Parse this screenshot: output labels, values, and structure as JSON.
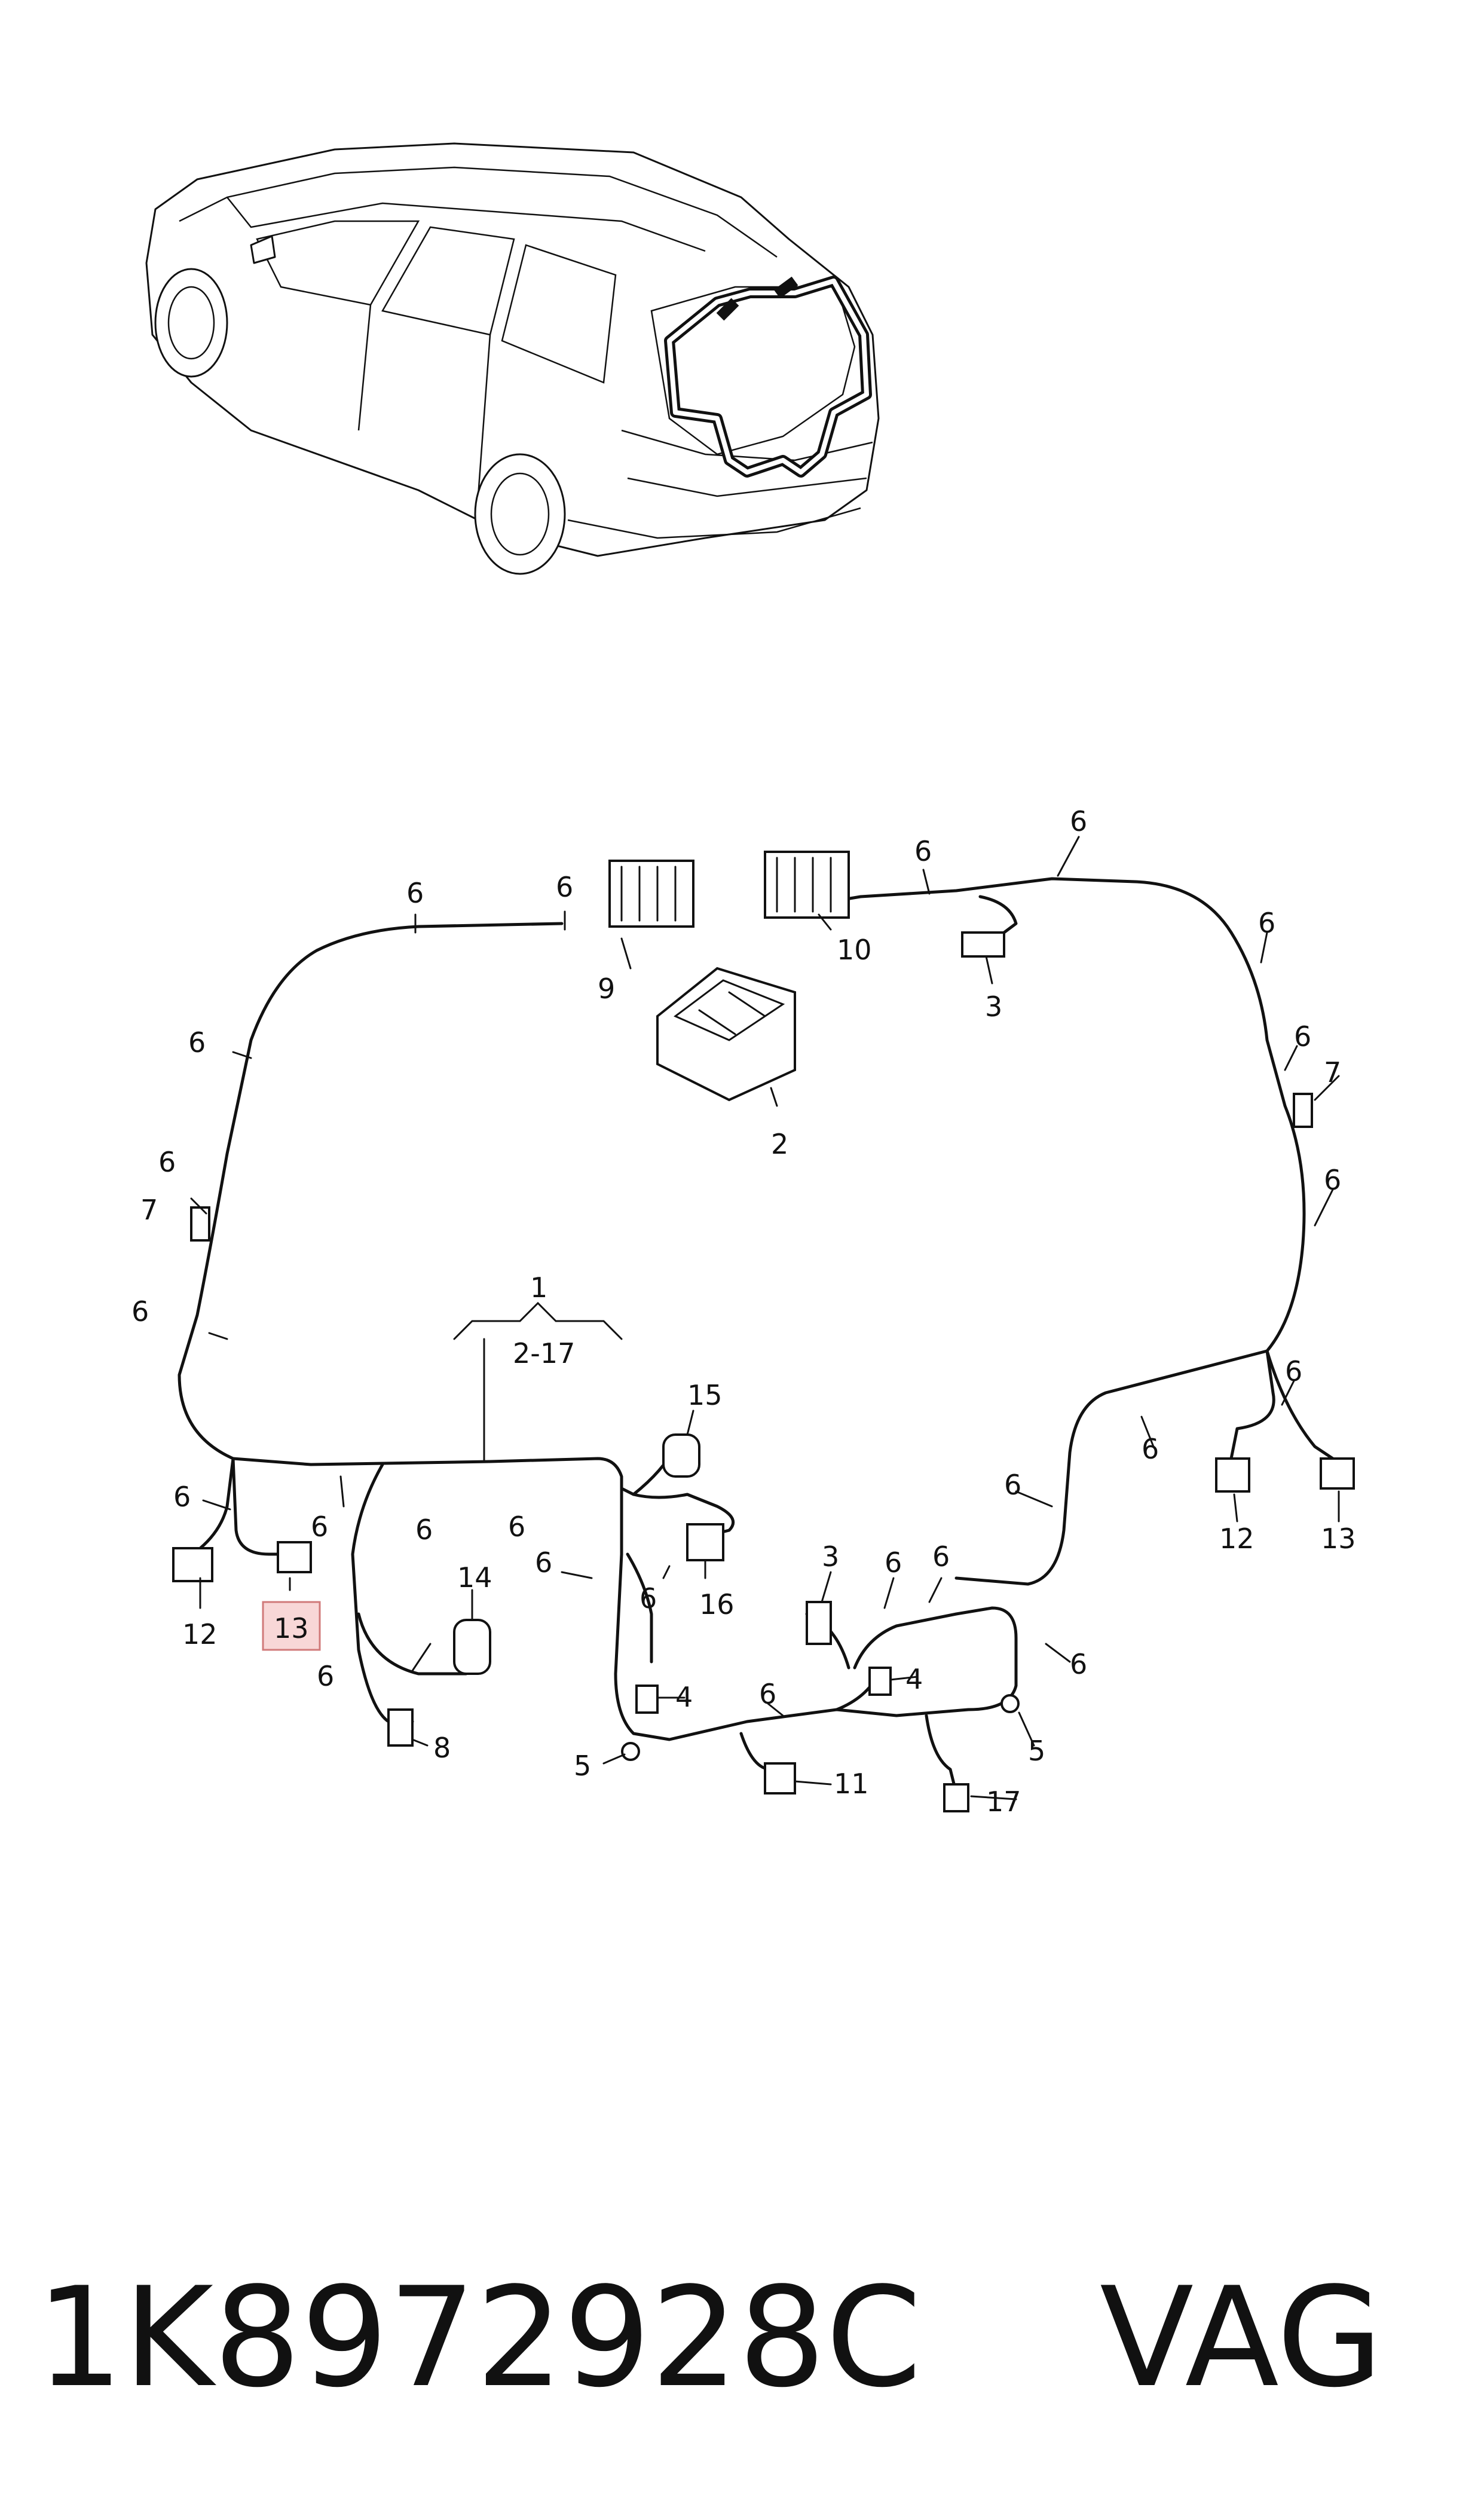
{
  "part_number": "1K8972928C",
  "brand": "VAG",
  "bracket": {
    "label": "1",
    "range": "2-17"
  },
  "highlight": {
    "label": "13",
    "fill": "#f8d7d7",
    "stroke": "#d07a7a"
  },
  "callouts": [
    {
      "id": "c6a",
      "text": "6"
    },
    {
      "id": "c6b",
      "text": "6"
    },
    {
      "id": "c9",
      "text": "9"
    },
    {
      "id": "c10",
      "text": "10"
    },
    {
      "id": "c6c",
      "text": "6"
    },
    {
      "id": "c6d",
      "text": "6"
    },
    {
      "id": "c3a",
      "text": "3"
    },
    {
      "id": "c2",
      "text": "2"
    },
    {
      "id": "c6e",
      "text": "6"
    },
    {
      "id": "c6f",
      "text": "6"
    },
    {
      "id": "c7a",
      "text": "7"
    },
    {
      "id": "c6g",
      "text": "6"
    },
    {
      "id": "c6h",
      "text": "6"
    },
    {
      "id": "c7b",
      "text": "7"
    },
    {
      "id": "c6i",
      "text": "6"
    },
    {
      "id": "c6j",
      "text": "6"
    },
    {
      "id": "c6k",
      "text": "6"
    },
    {
      "id": "c6l",
      "text": "6"
    },
    {
      "id": "c12a",
      "text": "12"
    },
    {
      "id": "c13b",
      "text": "13"
    },
    {
      "id": "c6m",
      "text": "6"
    },
    {
      "id": "c15",
      "text": "15"
    },
    {
      "id": "c6n",
      "text": "6"
    },
    {
      "id": "c6o",
      "text": "6"
    },
    {
      "id": "c6p",
      "text": "6"
    },
    {
      "id": "c6q",
      "text": "6"
    },
    {
      "id": "c12b",
      "text": "12"
    },
    {
      "id": "c6r",
      "text": "6"
    },
    {
      "id": "c14",
      "text": "14"
    },
    {
      "id": "c6s",
      "text": "6"
    },
    {
      "id": "c6t",
      "text": "6"
    },
    {
      "id": "c16",
      "text": "16"
    },
    {
      "id": "c3b",
      "text": "3"
    },
    {
      "id": "c6u",
      "text": "6"
    },
    {
      "id": "c6v",
      "text": "6"
    },
    {
      "id": "c6w",
      "text": "6"
    },
    {
      "id": "c8",
      "text": "8"
    },
    {
      "id": "c4a",
      "text": "4"
    },
    {
      "id": "c4b",
      "text": "4"
    },
    {
      "id": "c6x",
      "text": "6"
    },
    {
      "id": "c5a",
      "text": "5"
    },
    {
      "id": "c5b",
      "text": "5"
    },
    {
      "id": "c11",
      "text": "11"
    },
    {
      "id": "c17",
      "text": "17"
    }
  ]
}
